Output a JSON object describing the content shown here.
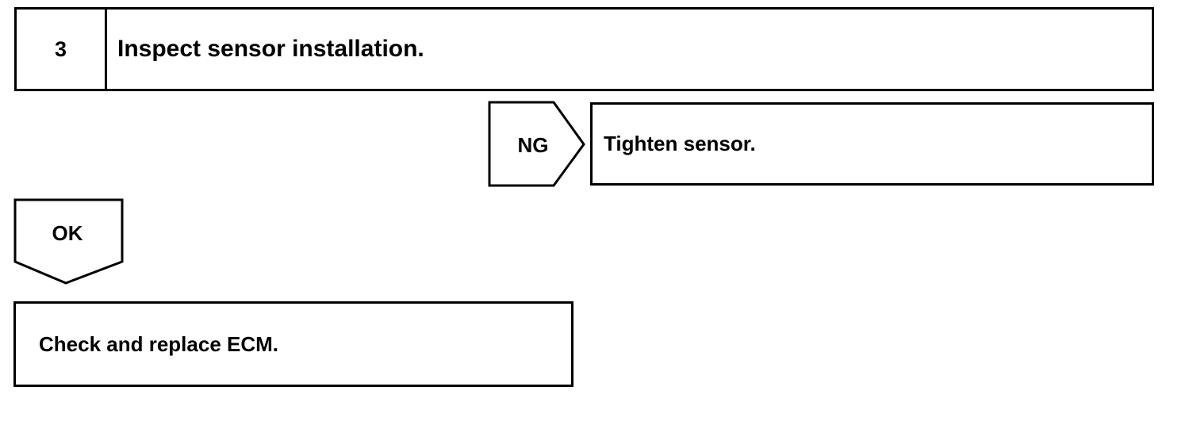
{
  "step": {
    "number": "3",
    "title": "Inspect sensor installation."
  },
  "ng_branch": {
    "label": "NG",
    "action": "Tighten sensor."
  },
  "ok_branch": {
    "label": "OK",
    "action": "Check and replace ECM."
  },
  "colors": {
    "stroke": "#000000",
    "background": "#ffffff"
  }
}
